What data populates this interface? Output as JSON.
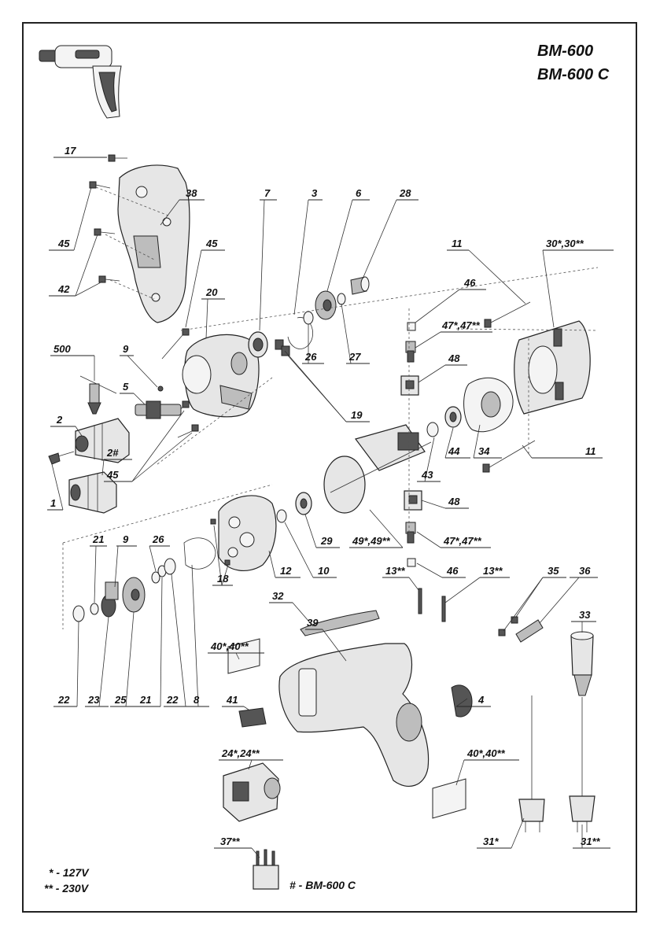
{
  "title": {
    "line1": "BM-600",
    "line2": "BM-600 C"
  },
  "legend": {
    "one_star": "* - 127V",
    "two_star": "** - 230V",
    "hash": "# - BM-600 C"
  },
  "labels": [
    {
      "id": "l17",
      "text": "17"
    },
    {
      "id": "l45a",
      "text": "45"
    },
    {
      "id": "l42",
      "text": "42"
    },
    {
      "id": "l38",
      "text": "38"
    },
    {
      "id": "l45b",
      "text": "45"
    },
    {
      "id": "l7",
      "text": "7"
    },
    {
      "id": "l3",
      "text": "3"
    },
    {
      "id": "l6",
      "text": "6"
    },
    {
      "id": "l28",
      "text": "28"
    },
    {
      "id": "l11a",
      "text": "11"
    },
    {
      "id": "l30",
      "text": "30*,30**"
    },
    {
      "id": "l20",
      "text": "20"
    },
    {
      "id": "l46a",
      "text": "46"
    },
    {
      "id": "l47a",
      "text": "47*,47**"
    },
    {
      "id": "l26a",
      "text": "26"
    },
    {
      "id": "l27",
      "text": "27"
    },
    {
      "id": "l500",
      "text": "500"
    },
    {
      "id": "l9a",
      "text": "9"
    },
    {
      "id": "l5",
      "text": "5"
    },
    {
      "id": "l48a",
      "text": "48"
    },
    {
      "id": "l2",
      "text": "2"
    },
    {
      "id": "l19",
      "text": "19"
    },
    {
      "id": "l2h",
      "text": "2#"
    },
    {
      "id": "l45c",
      "text": "45"
    },
    {
      "id": "l44",
      "text": "44"
    },
    {
      "id": "l34",
      "text": "34"
    },
    {
      "id": "l11b",
      "text": "11"
    },
    {
      "id": "l43",
      "text": "43"
    },
    {
      "id": "l1",
      "text": "1"
    },
    {
      "id": "l48b",
      "text": "48"
    },
    {
      "id": "l21a",
      "text": "21"
    },
    {
      "id": "l9b",
      "text": "9"
    },
    {
      "id": "l26b",
      "text": "26"
    },
    {
      "id": "l29",
      "text": "29"
    },
    {
      "id": "l49",
      "text": "49*,49**"
    },
    {
      "id": "l47b",
      "text": "47*,47**"
    },
    {
      "id": "l12",
      "text": "12"
    },
    {
      "id": "l10",
      "text": "10"
    },
    {
      "id": "l46b",
      "text": "46"
    },
    {
      "id": "l18",
      "text": "18"
    },
    {
      "id": "l13a",
      "text": "13**"
    },
    {
      "id": "l13b",
      "text": "13**"
    },
    {
      "id": "l35",
      "text": "35"
    },
    {
      "id": "l36",
      "text": "36"
    },
    {
      "id": "l32",
      "text": "32"
    },
    {
      "id": "l33",
      "text": "33"
    },
    {
      "id": "l40a",
      "text": "40*,40**"
    },
    {
      "id": "l39",
      "text": "39"
    },
    {
      "id": "l22a",
      "text": "22"
    },
    {
      "id": "l23",
      "text": "23"
    },
    {
      "id": "l25",
      "text": "25"
    },
    {
      "id": "l21b",
      "text": "21"
    },
    {
      "id": "l22b",
      "text": "22"
    },
    {
      "id": "l8",
      "text": "8"
    },
    {
      "id": "l4",
      "text": "4"
    },
    {
      "id": "l41",
      "text": "41"
    },
    {
      "id": "l24",
      "text": "24*,24**"
    },
    {
      "id": "l40b",
      "text": "40*,40**"
    },
    {
      "id": "l31a",
      "text": "31*"
    },
    {
      "id": "l31b",
      "text": "31**"
    },
    {
      "id": "l37",
      "text": "37**"
    }
  ]
}
